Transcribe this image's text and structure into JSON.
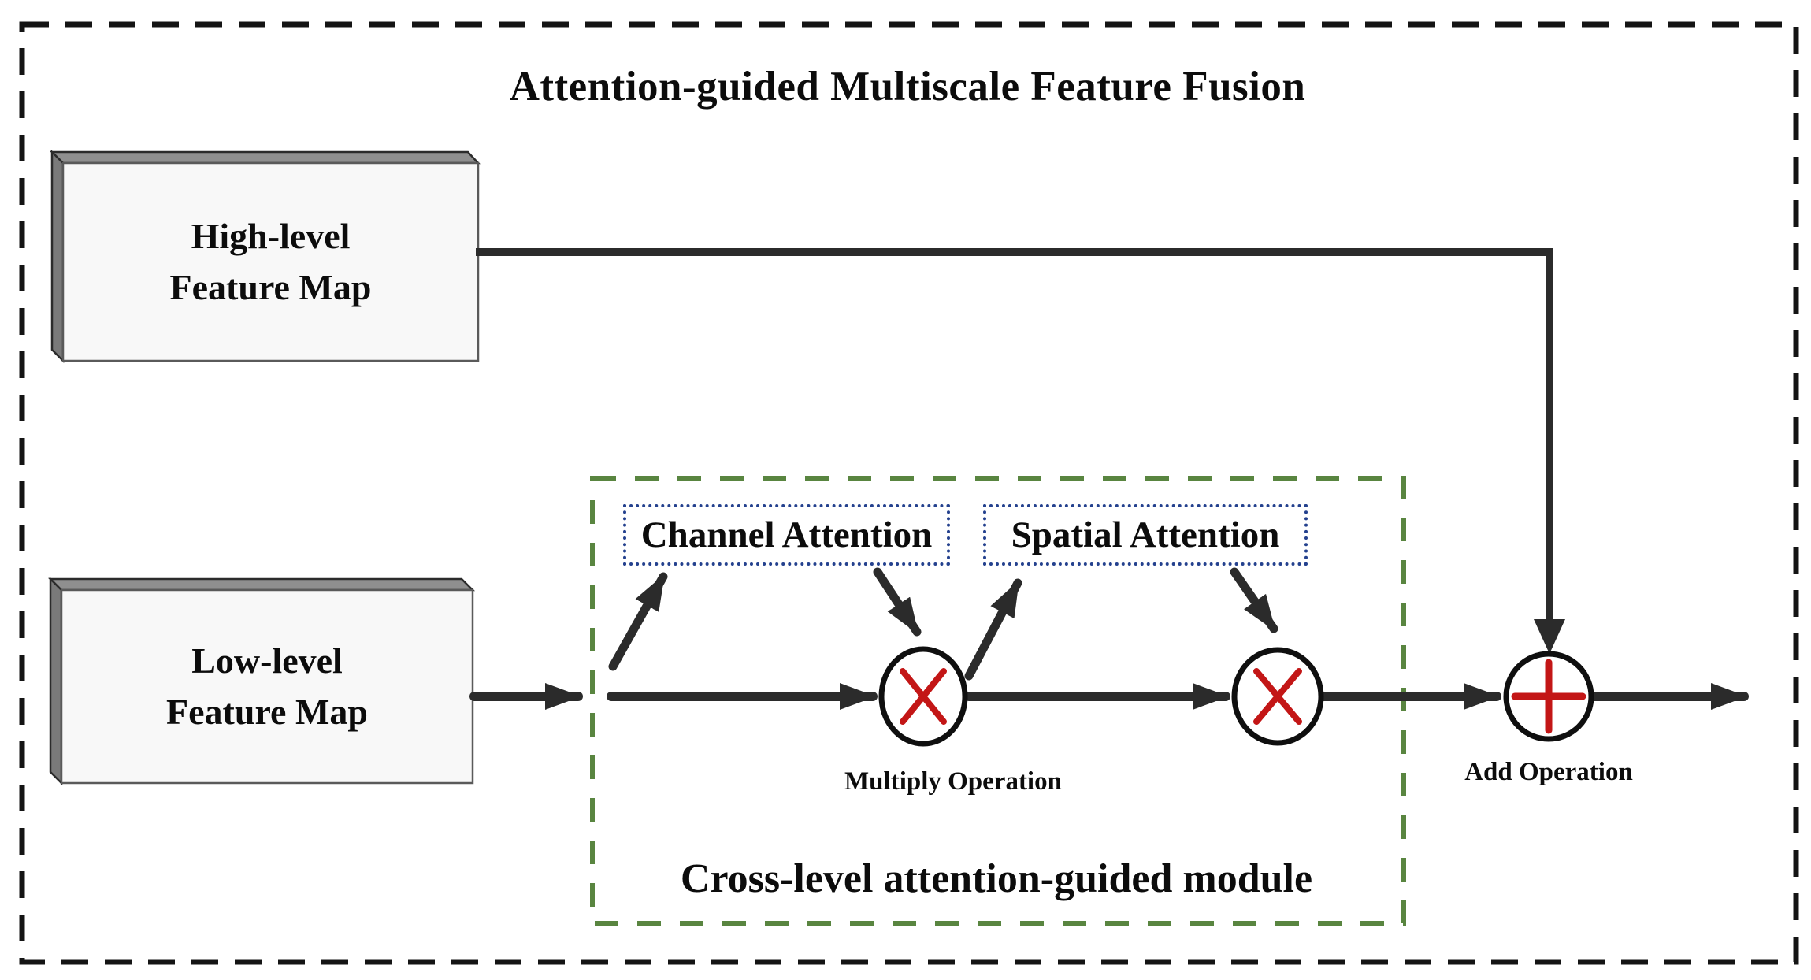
{
  "title": "Attention-guided Multiscale Feature Fusion",
  "nodes": {
    "high_level": {
      "line1": "High-level",
      "line2": "Feature Map"
    },
    "low_level": {
      "line1": "Low-level",
      "line2": "Feature Map"
    },
    "channel_attention": {
      "label": "Channel Attention"
    },
    "spatial_attention": {
      "label": "Spatial Attention"
    }
  },
  "operations": {
    "multiply_label": "Multiply Operation",
    "add_label": "Add Operation",
    "multiply_symbol": "×",
    "add_symbol": "+"
  },
  "module": {
    "label": "Cross-level attention-guided module"
  },
  "colors": {
    "outer_border": "#141414",
    "module_border": "#598540",
    "attention_border": "#24418E",
    "operation_symbol": "#C31616",
    "arrow": "#2B2B2B",
    "box_fill": "#F8F8F8",
    "box_top_face": "#8F8F8F",
    "box_side_face": "#7A7A7A"
  }
}
